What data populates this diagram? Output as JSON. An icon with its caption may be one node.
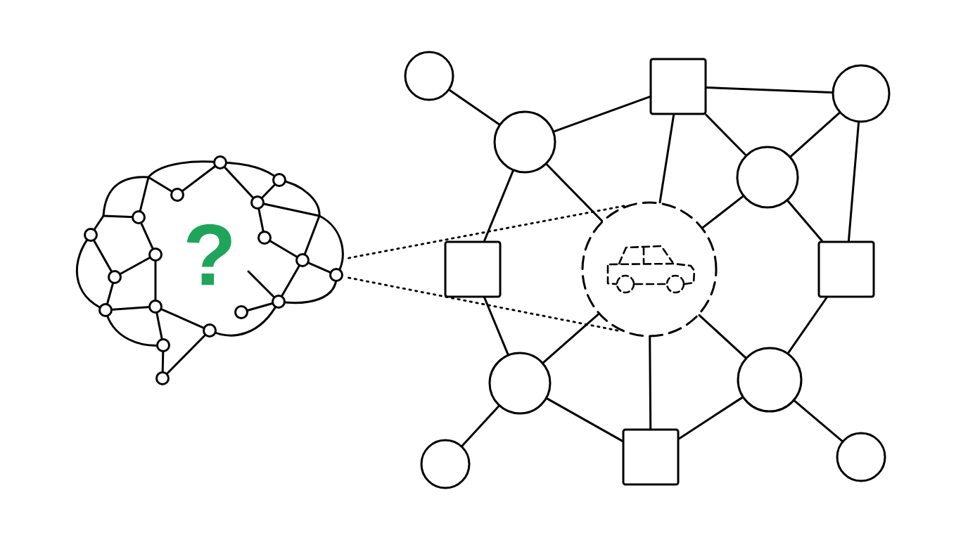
{
  "diagram": {
    "nodes": [
      {
        "text": [
          "?"
        ]
      },
      {
        "text": [],
        "shape": "circle"
      },
      {
        "text": [],
        "shape": "box"
      },
      {
        "text": [],
        "shape": "circle"
      },
      {
        "text": [],
        "shape": "circle"
      },
      {
        "text": [],
        "shape": "circle"
      },
      {
        "text": [],
        "shape": "circle"
      },
      {
        "text": [],
        "shape": "box"
      },
      {
        "text": [],
        "shape": "box"
      },
      {
        "text": [],
        "shape": "circle"
      },
      {
        "text": [],
        "shape": "circle"
      },
      {
        "text": [],
        "shape": "box"
      },
      {
        "text": [],
        "shape": "circle"
      },
      {
        "text": [],
        "shape": "circle"
      }
    ],
    "edges": [
      {
        "from": 0,
        "to": 6,
        "arrow": "none",
        "style": "dashed"
      },
      {
        "from": 0,
        "to": 6,
        "arrow": "none",
        "style": "dashed"
      },
      {
        "from": 1,
        "to": 4,
        "arrow": "none"
      },
      {
        "from": 4,
        "to": 2,
        "arrow": "none"
      },
      {
        "from": 2,
        "to": 3,
        "arrow": "none"
      },
      {
        "from": 2,
        "to": 5,
        "arrow": "none"
      },
      {
        "from": 5,
        "to": 3,
        "arrow": "none"
      },
      {
        "from": 3,
        "to": 8,
        "arrow": "none"
      },
      {
        "from": 4,
        "to": 7,
        "arrow": "none"
      },
      {
        "from": 4,
        "to": 6,
        "arrow": "none"
      },
      {
        "from": 2,
        "to": 6,
        "arrow": "none"
      },
      {
        "from": 5,
        "to": 6,
        "arrow": "none"
      },
      {
        "from": 5,
        "to": 8,
        "arrow": "none"
      },
      {
        "from": 7,
        "to": 9,
        "arrow": "none"
      },
      {
        "from": 6,
        "to": 9,
        "arrow": "none"
      },
      {
        "from": 6,
        "to": 11,
        "arrow": "none"
      },
      {
        "from": 6,
        "to": 10,
        "arrow": "none"
      },
      {
        "from": 8,
        "to": 10,
        "arrow": "none"
      },
      {
        "from": 9,
        "to": 11,
        "arrow": "none"
      },
      {
        "from": 11,
        "to": 10,
        "arrow": "none"
      },
      {
        "from": 9,
        "to": 12,
        "arrow": "none"
      },
      {
        "from": 10,
        "to": 13,
        "arrow": "none"
      }
    ]
  }
}
